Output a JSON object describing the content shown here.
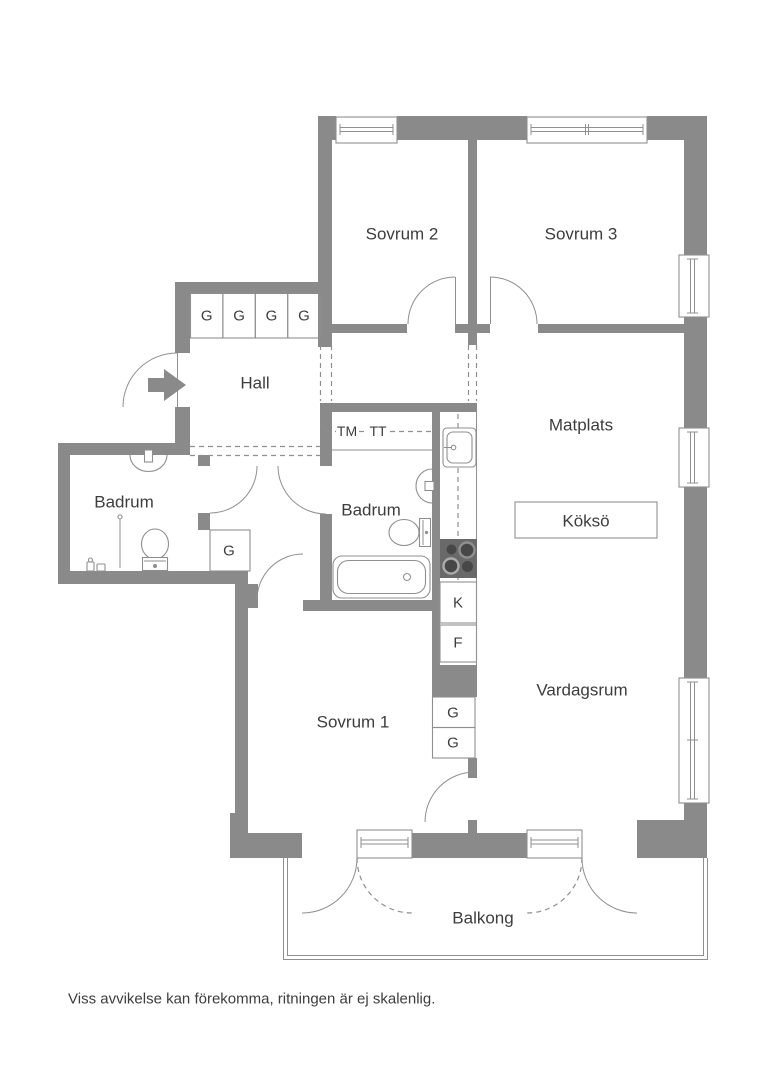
{
  "colors": {
    "wall": "#8a8a8a",
    "line": "#8f8f8f",
    "text": "#3d3d3d",
    "stove": "#696969",
    "burner": "#474747"
  },
  "plan": {
    "rooms": {
      "sovrum2": "Sovrum 2",
      "sovrum3": "Sovrum 3",
      "hall": "Hall",
      "matplats": "Matplats",
      "badrum_left": "Badrum",
      "badrum_mid": "Badrum",
      "vardagsrum": "Vardagsrum",
      "sovrum1": "Sovrum 1",
      "balkong": "Balkong"
    },
    "kitchen_island": "Köksö",
    "labels": {
      "wardrobe": "G",
      "washing_machine": "TM",
      "tumble_dryer": "TT",
      "fridge": "K",
      "freezer": "F"
    },
    "icons": {
      "entrance_arrow": "right-arrow"
    }
  },
  "footer": {
    "disclaimer": "Viss avvikelse kan förekomma, ritningen är ej skalenlig."
  }
}
